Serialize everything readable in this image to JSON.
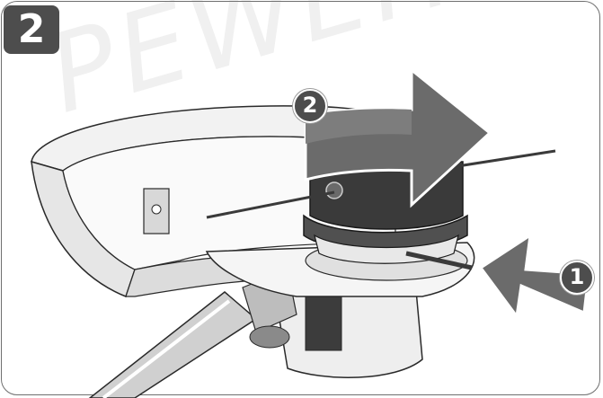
{
  "step_number": "2",
  "callouts": {
    "rotate_step": "2",
    "push_step": "1"
  },
  "watermark_text": "PEWEH",
  "icons": {
    "rotate_arrow": "rotate-clockwise-arrow",
    "push_arrow": "push-arrow-left"
  },
  "colors": {
    "badge": "#4d4d4d",
    "arrow": "#6b6b6b",
    "line_art": "#2a2a2a"
  }
}
